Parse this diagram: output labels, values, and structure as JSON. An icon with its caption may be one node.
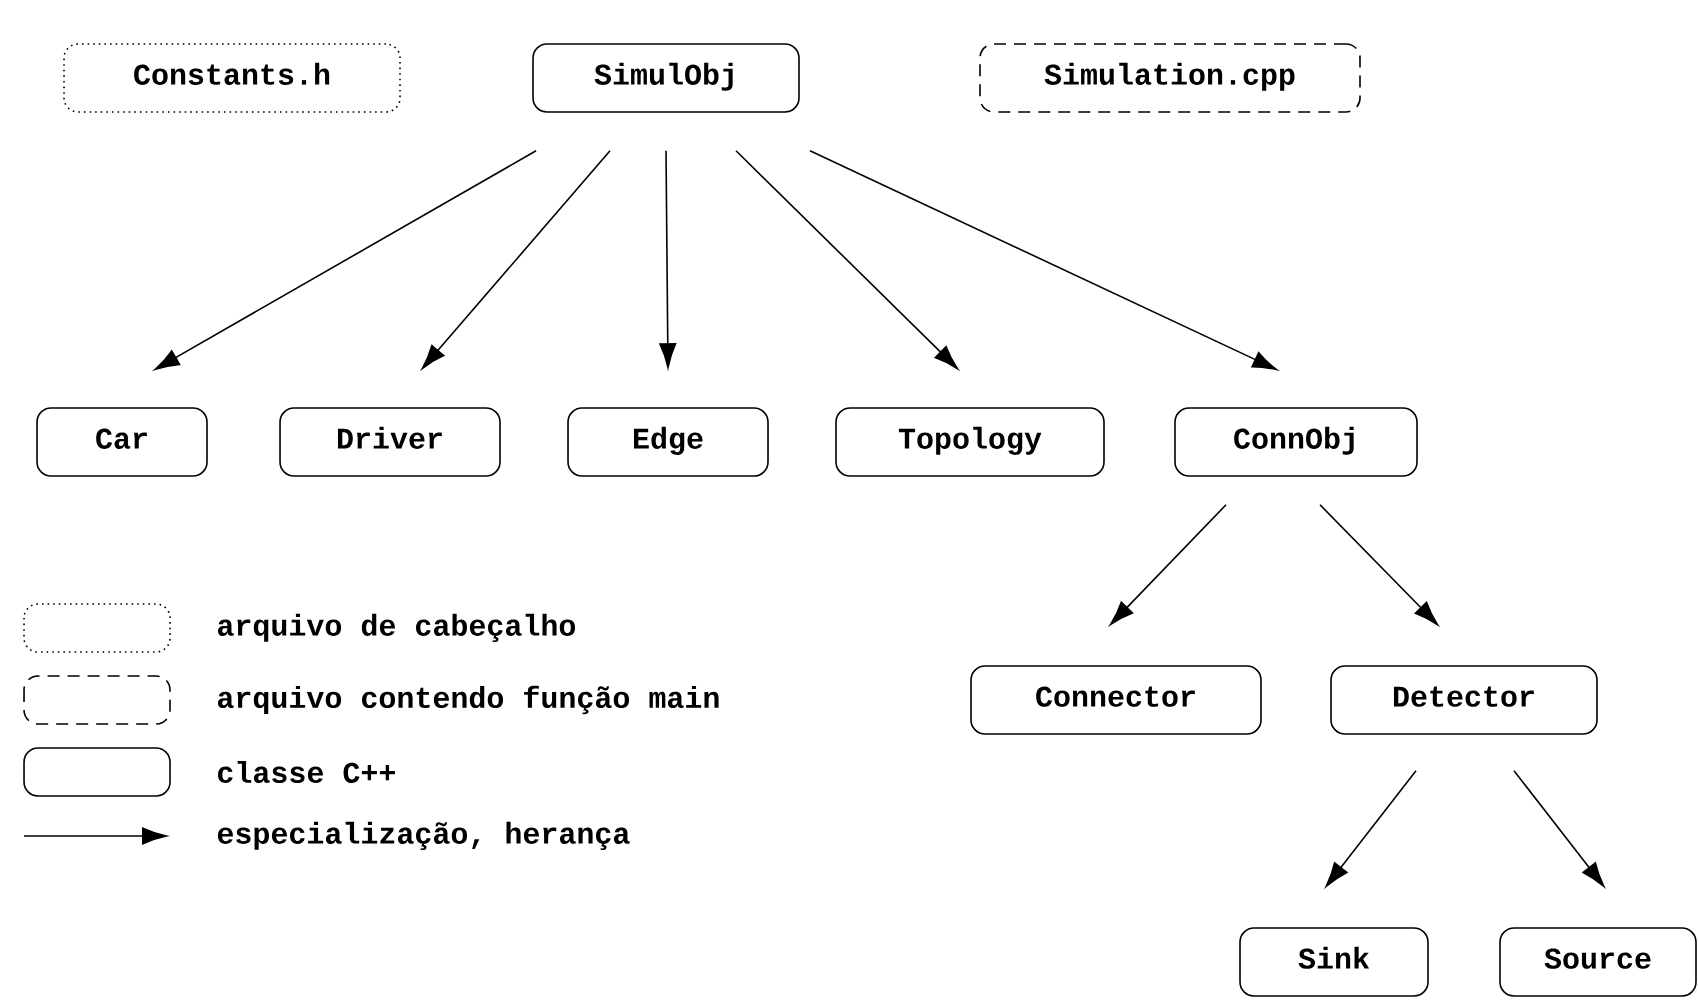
{
  "diagram": {
    "nodes": [
      {
        "text": [
          "Constants.h"
        ]
      },
      {
        "text": [
          "SimulObj"
        ]
      },
      {
        "text": [
          "Simulation.cpp"
        ]
      },
      {
        "text": [
          "Car"
        ]
      },
      {
        "text": [
          "Driver"
        ]
      },
      {
        "text": [
          "Edge"
        ]
      },
      {
        "text": [
          "Topology"
        ]
      },
      {
        "text": [
          "ConnObj"
        ]
      },
      {
        "text": [
          "Connector"
        ]
      },
      {
        "text": [
          "Detector"
        ]
      },
      {
        "text": [
          "Sink"
        ]
      },
      {
        "text": [
          "Source"
        ]
      }
    ],
    "edges": [
      {
        "from": 1,
        "to": 3,
        "arrow": "to"
      },
      {
        "from": 1,
        "to": 4,
        "arrow": "to"
      },
      {
        "from": 1,
        "to": 5,
        "arrow": "to"
      },
      {
        "from": 1,
        "to": 6,
        "arrow": "to"
      },
      {
        "from": 1,
        "to": 7,
        "arrow": "to"
      },
      {
        "from": 7,
        "to": 8,
        "arrow": "to"
      },
      {
        "from": 7,
        "to": 9,
        "arrow": "to"
      },
      {
        "from": 9,
        "to": 10,
        "arrow": "to"
      },
      {
        "from": 9,
        "to": 11,
        "arrow": "to"
      }
    ],
    "legend": [
      {
        "text": "arquivo de cabeçalho"
      },
      {
        "text": "arquivo contendo função main"
      },
      {
        "text": "classe C++"
      },
      {
        "text": "especialização, herança"
      }
    ]
  }
}
